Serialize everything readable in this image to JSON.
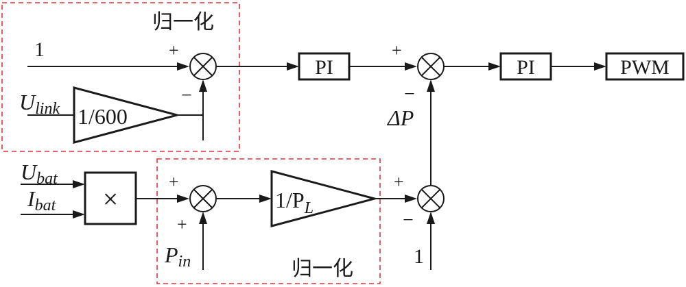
{
  "labels": {
    "norm_top": "归一化",
    "norm_bottom": "归一化",
    "input_one_top": "1",
    "input_one_bottom": "1",
    "u_link_main": "U",
    "u_link_sub": "link",
    "gain_600": "1/600",
    "u_bat_main": "U",
    "u_bat_sub": "bat",
    "i_bat_main": "I",
    "i_bat_sub": "bat",
    "multiply": "×",
    "p_in_main": "P",
    "p_in_sub": "in",
    "gain_pl_main": "1/P",
    "gain_pl_sub": "L",
    "pi_1": "PI",
    "pi_2": "PI",
    "pwm": "PWM",
    "delta_p": "ΔP"
  },
  "signs": {
    "sum1_top_left": "+",
    "sum1_bottom": "−",
    "sum2_left": "+",
    "sum2_bottom": "−",
    "sum3_left": "+",
    "sum3_bottom": "−",
    "sum4_left": "+",
    "sum4_bottom": "+"
  },
  "colors": {
    "line": "#1a1a1a",
    "dashed_box": "#e0343a"
  }
}
